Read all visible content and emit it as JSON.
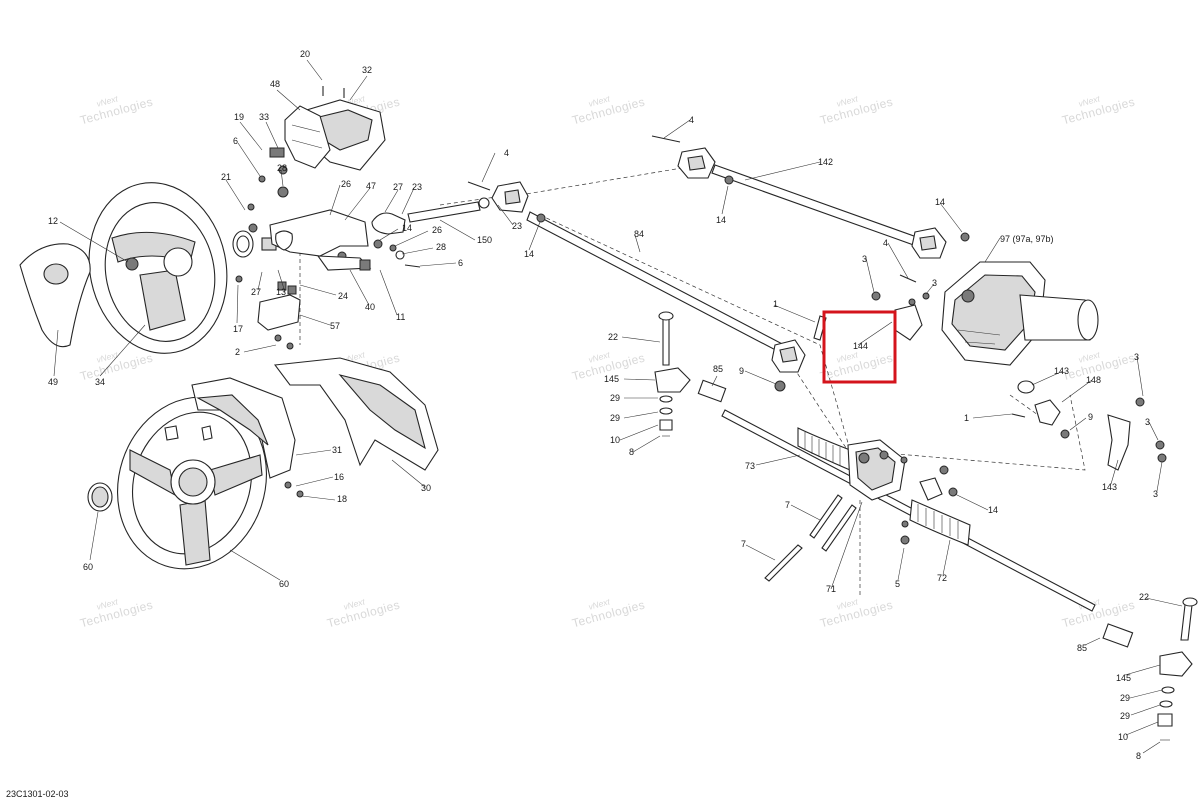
{
  "drawing_code": "23C1301-02-03",
  "watermark": {
    "line1": "vNext",
    "line2": "Technologies"
  },
  "highlight": {
    "label": "144",
    "color": "#d4141c"
  },
  "callouts": {
    "c20": "20",
    "c32": "32",
    "c48": "48",
    "c19": "19",
    "c33": "33",
    "c6a": "6",
    "c28a": "28",
    "c21": "21",
    "c26a": "26",
    "c47": "47",
    "c27a": "27",
    "c23a": "23",
    "c12": "12",
    "c150": "150",
    "c23b": "23",
    "c14a": "14",
    "c26b": "26",
    "c28b": "28",
    "c6b": "6",
    "c27b": "27",
    "c13": "13",
    "c24": "24",
    "c40": "40",
    "c11": "11",
    "c17": "17",
    "c57": "57",
    "c2": "2",
    "c49": "49",
    "c34": "34",
    "c4a": "4",
    "c4b": "4",
    "c142": "142",
    "c14b": "14",
    "c14c": "14",
    "c84": "84",
    "c14d": "14",
    "c97": "97 (97a, 97b)",
    "c4c": "4",
    "c3a": "3",
    "c3b": "3",
    "c1a": "1",
    "c22a": "22",
    "c145a": "145",
    "c29a": "29",
    "c29b": "29",
    "c10a": "10",
    "c8a": "8",
    "c85a": "85",
    "c9a": "9",
    "c143a": "143",
    "c148": "148",
    "c3c": "3",
    "c1b": "1",
    "c9b": "9",
    "c3d": "3",
    "c143b": "143",
    "c3e": "3",
    "c31": "31",
    "c16": "16",
    "c18": "18",
    "c30": "30",
    "c60a": "60",
    "c60b": "60",
    "c73": "73",
    "c7a": "7",
    "c7b": "7",
    "c71": "71",
    "c5": "5",
    "c14e": "14",
    "c72": "72",
    "c22b": "22",
    "c85b": "85",
    "c145b": "145",
    "c29c": "29",
    "c29d": "29",
    "c10b": "10",
    "c8b": "8"
  }
}
